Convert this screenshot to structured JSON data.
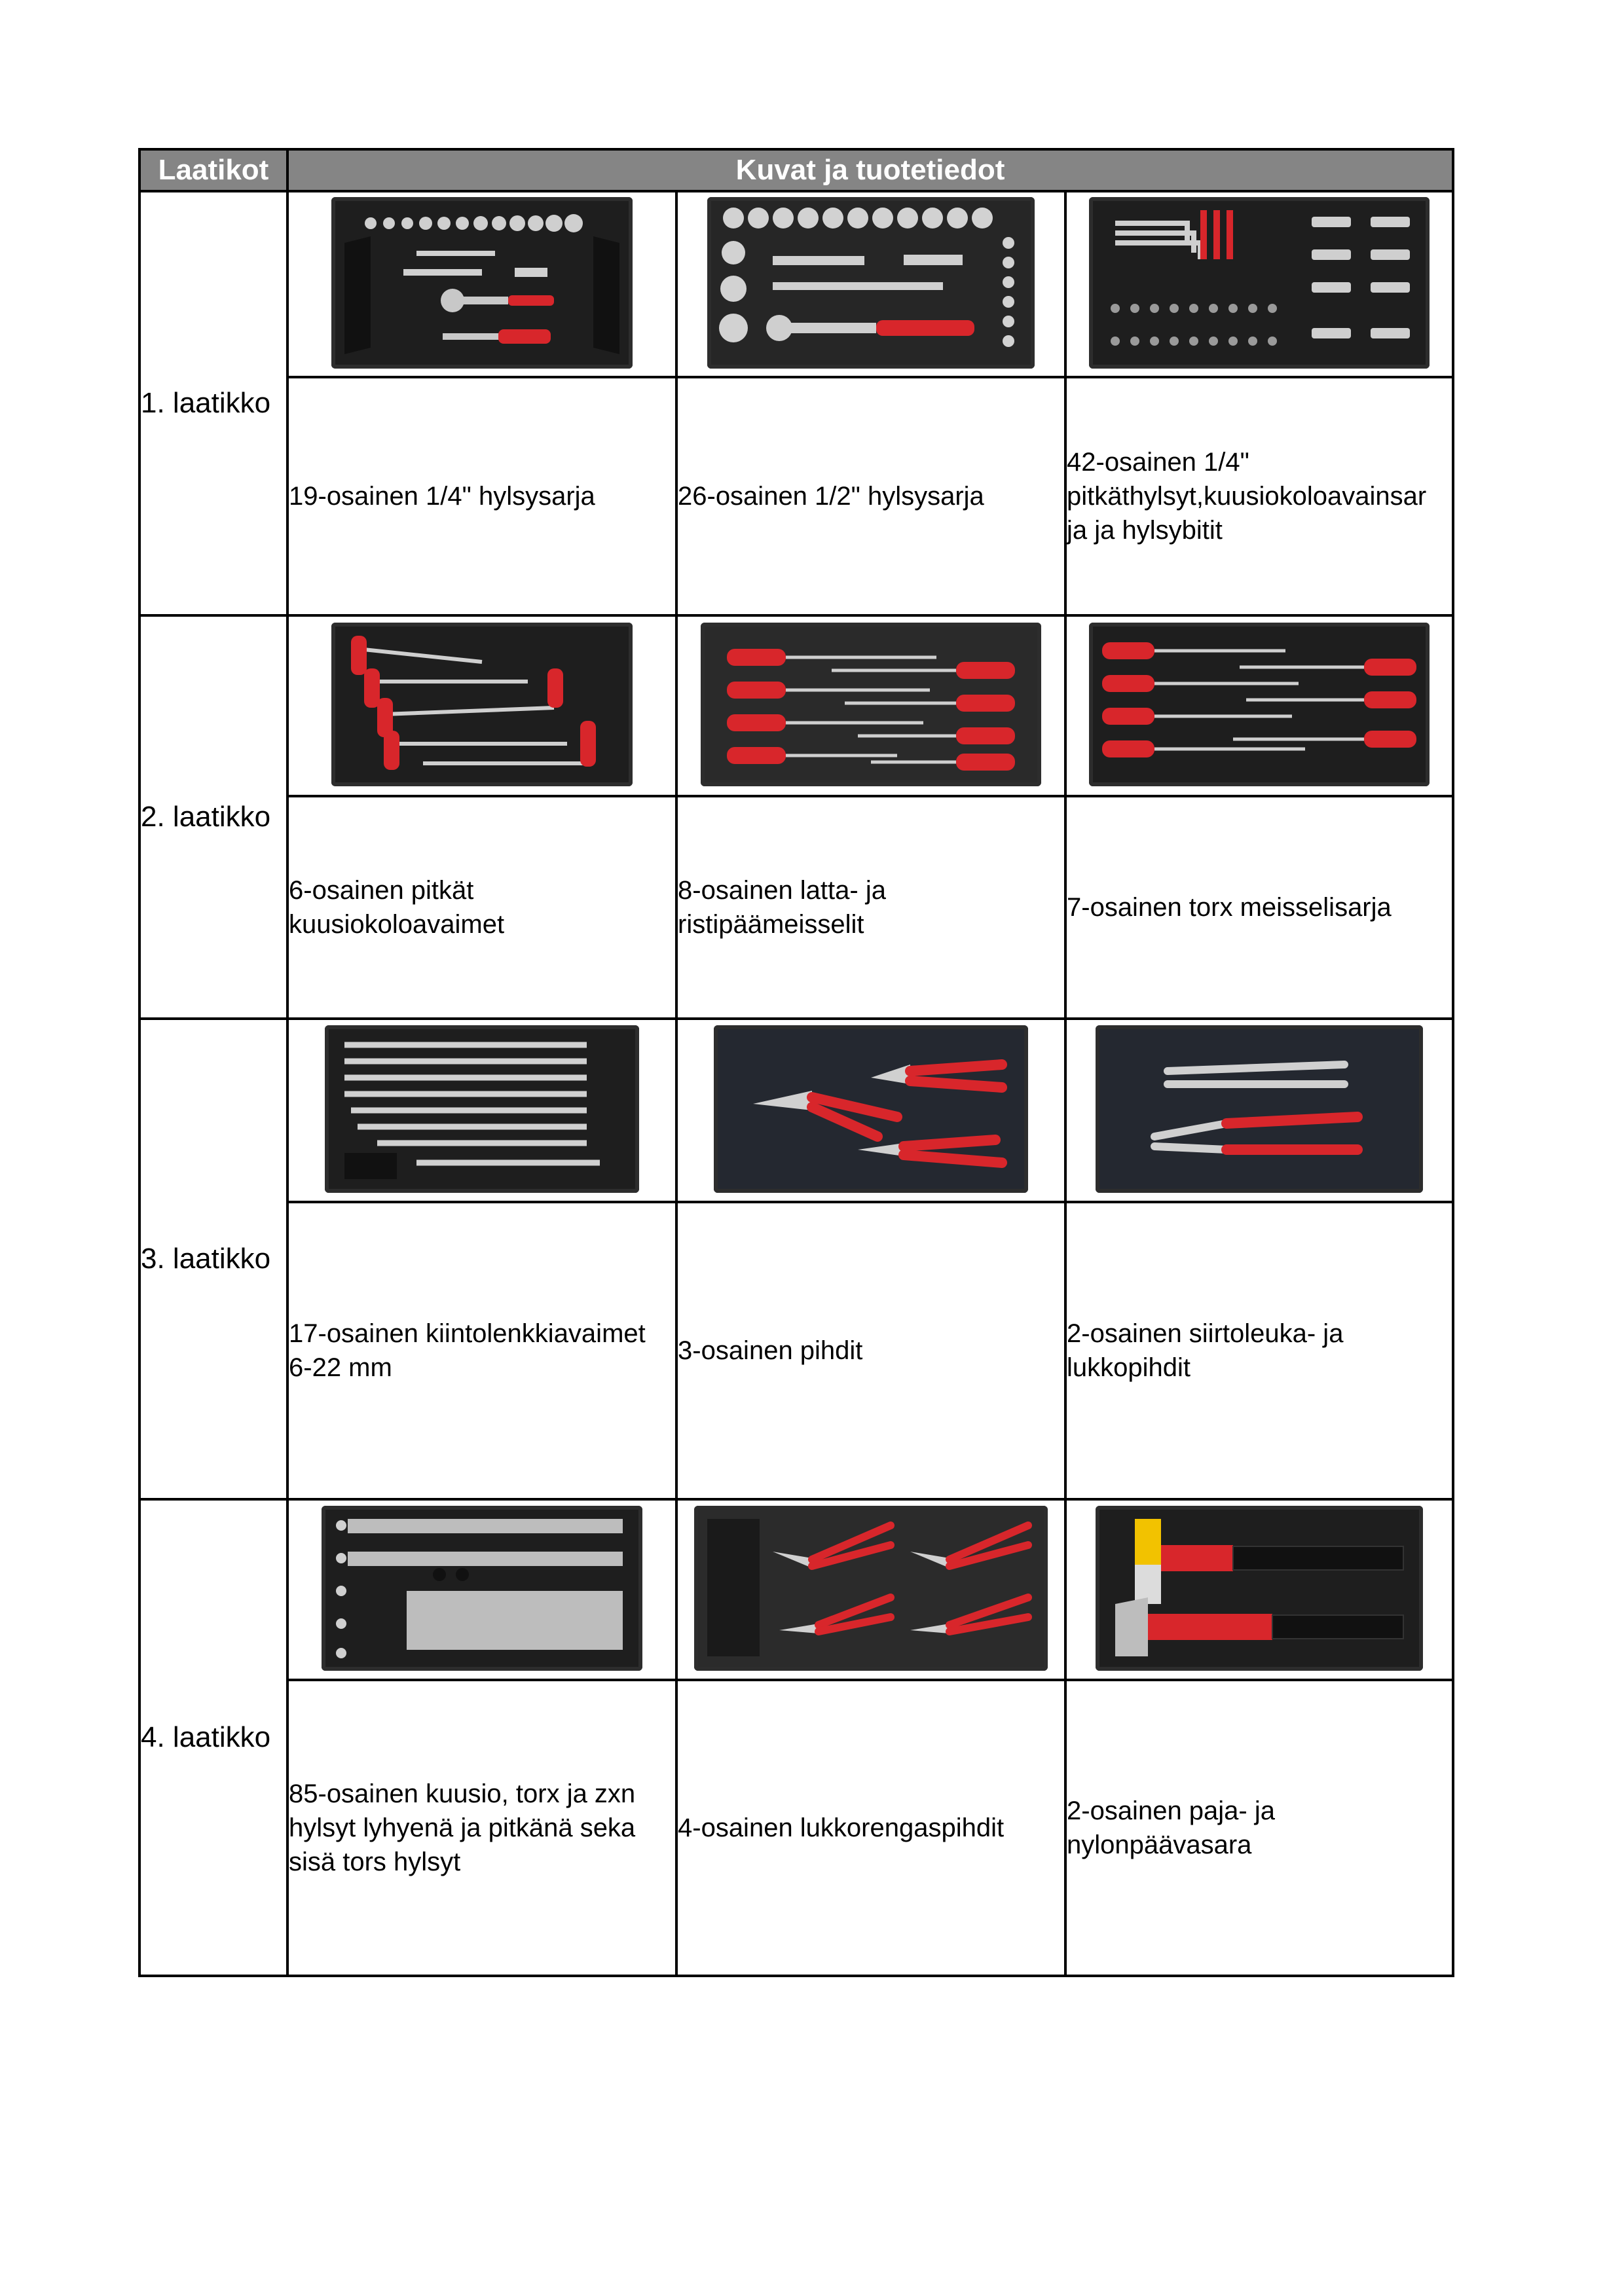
{
  "header": {
    "col1": "Laatikot",
    "col2": "Kuvat ja tuotetiedot"
  },
  "colors": {
    "header_bg": "#858585",
    "tray": "#1e1e1e",
    "handle_red": "#d8262b",
    "chrome": "#c8c8c8"
  },
  "drawers": [
    {
      "label": "1. laatikko",
      "items": [
        {
          "image": "socket-set-tray-icon",
          "text": "19-osainen 1/4\" hylsysarja"
        },
        {
          "image": "socket-set-large-tray-icon",
          "text": "26-osainen 1/2\" hylsysarja"
        },
        {
          "image": "hex-key-bit-tray-icon",
          "text": "42-osainen 1/4\" pitkäthylsyt,kuusiokoloavainsar ja ja  hylsybitit"
        }
      ]
    },
    {
      "label": "2. laatikko",
      "items": [
        {
          "image": "t-handle-hex-key-tray-icon",
          "text": "6-osainen pitkät kuusiokoloavaimet"
        },
        {
          "image": "screwdriver-tray-icon",
          "text": "8-osainen latta- ja ristipäämeisselit"
        },
        {
          "image": "torx-screwdriver-tray-icon",
          "text": "7-osainen torx meisselisarja"
        }
      ]
    },
    {
      "label": "3. laatikko",
      "items": [
        {
          "image": "combination-wrench-tray-icon",
          "text": "17-osainen kiintolenkkiavaimet 6-22 mm"
        },
        {
          "image": "pliers-tray-icon",
          "text": "3-osainen pihdit"
        },
        {
          "image": "locking-pliers-tray-icon",
          "text": "2-osainen siirtoleuka- ja lukkopihdit"
        }
      ]
    },
    {
      "label": "4. laatikko",
      "items": [
        {
          "image": "bit-socket-tray-icon",
          "text": "85-osainen kuusio, torx ja zxn hylsyt lyhyenä ja pitkänä seka sisä tors hylsyt"
        },
        {
          "image": "circlip-pliers-tray-icon",
          "text": "4-osainen lukkorengaspihdit"
        },
        {
          "image": "hammer-tray-icon",
          "text": "2-osainen paja- ja nylonpäävasara"
        }
      ]
    }
  ]
}
